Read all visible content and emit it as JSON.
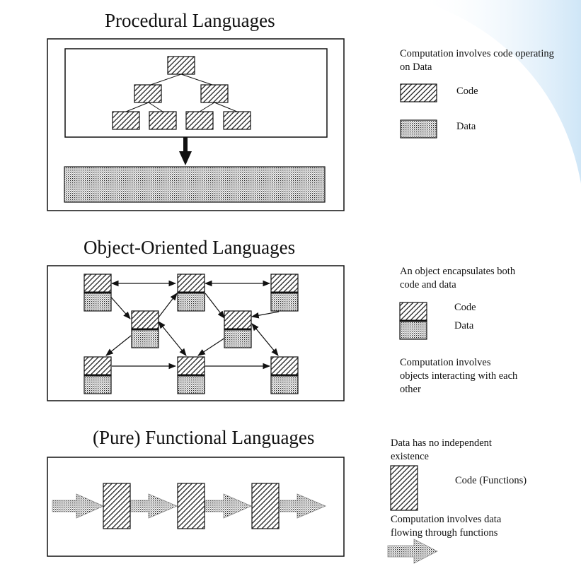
{
  "procedural": {
    "title": "Procedural Languages",
    "note": "Computation involves code operating on Data",
    "legend_code": "Code",
    "legend_data": "Data"
  },
  "object_oriented": {
    "title": "Object-Oriented Languages",
    "note": "An object encapsulates both code and data",
    "legend_code": "Code",
    "legend_data": "Data",
    "note2": "Computation involves objects interacting with each other"
  },
  "functional": {
    "title": "(Pure) Functional Languages",
    "note": "Data has no independent existence",
    "legend_code": "Code (Functions)",
    "note2": "Computation involves data flowing through functions"
  },
  "colors": {
    "outline": "#111111",
    "accent_gradient": "#cfe6f7"
  }
}
